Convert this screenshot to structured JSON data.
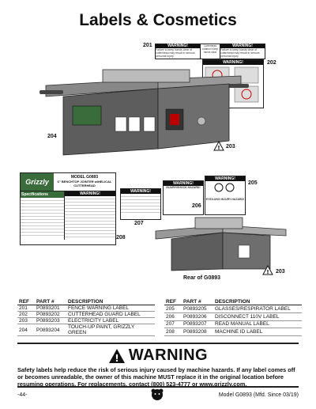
{
  "title": "Labels & Cosmetics",
  "callouts": [
    "201",
    "202",
    "203",
    "204",
    "205",
    "206",
    "207",
    "208",
    "203"
  ],
  "labels": {
    "warning_word": "WARNING!",
    "cutterhead_label_top": "Cutterhead rotation! Keep hands clear",
    "fence_small_text": "Failure to keep hands clear of cutterhead may result in serious personal injury",
    "machine_model": "MODEL G0893",
    "machine_name": "6\" BENCHTOP JOINTER w/HELICAL CUTTERHEAD",
    "specifications": "Specifications",
    "brand": "Grizzly",
    "injury_shock": "INJURY/SHOCK HAZARD!",
    "flying_injury": "EYE/LUNG INJURY HAZARD!",
    "rear_caption": "Rear of G0893"
  },
  "table": {
    "headers": [
      "REF",
      "PART #",
      "DESCRIPTION"
    ],
    "left_rows": [
      [
        "201",
        "P0893201",
        "FENCE WARNING LABEL"
      ],
      [
        "202",
        "P0893202",
        "CUTTERHEAD GUARD LABEL"
      ],
      [
        "203",
        "P0893203",
        "ELECTRICITY LABEL"
      ],
      [
        "204",
        "P0893204",
        "TOUCH-UP PAINT, GRIZZLY GREEN"
      ]
    ],
    "right_rows": [
      [
        "205",
        "P0893205",
        "GLASSES/RESPIRATOR LABEL"
      ],
      [
        "206",
        "P0893206",
        "DISCONNECT 110V LABEL"
      ],
      [
        "207",
        "P0893207",
        "READ MANUAL LABEL"
      ],
      [
        "208",
        "P0893208",
        "MACHINE ID LABEL"
      ]
    ]
  },
  "warning": {
    "heading": "WARNING",
    "text": "Safety labels help reduce the risk of serious injury caused by machine hazards. If any label comes off or becomes unreadable, the owner of this machine MUST replace it in the original location before resuming operations. For replacements, contact (800) 523-4777 or www.grizzly.com."
  },
  "footer": {
    "page": "-44-",
    "model": "Model G0893 (Mfd. Since 03/19)"
  },
  "colors": {
    "grizzly_green": "#3a6b3a",
    "warning_black": "#111111"
  }
}
